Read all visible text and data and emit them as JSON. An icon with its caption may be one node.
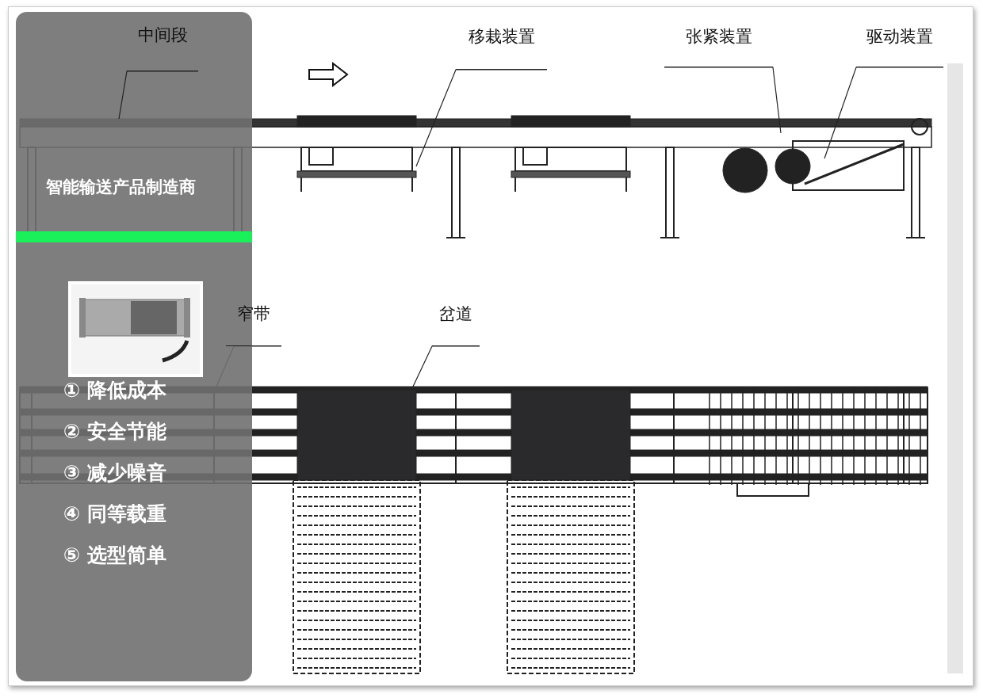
{
  "diagram": {
    "nodes": [
      {
        "text": [
          "中间段"
        ]
      },
      {
        "text": [
          "移栽装置"
        ]
      },
      {
        "text": [
          "张紧装置"
        ]
      },
      {
        "text": [
          "驱动装置"
        ]
      },
      {
        "text": [
          "窄带"
        ]
      },
      {
        "text": [
          "岔道"
        ]
      }
    ],
    "edges": [
      {
        "from": 0,
        "to": null,
        "arrow": "none"
      },
      {
        "from": 1,
        "to": null,
        "arrow": "none"
      },
      {
        "from": 2,
        "to": null,
        "arrow": "none"
      },
      {
        "from": 3,
        "to": null,
        "arrow": "none"
      },
      {
        "from": 4,
        "to": null,
        "arrow": "none"
      },
      {
        "from": 5,
        "to": null,
        "arrow": "none"
      }
    ],
    "labels": [
      "智能输送产品制造商",
      "① 降低成本",
      "② 安全节能",
      "③ 减少噪音",
      "④ 同等载重",
      "⑤ 选型简单"
    ]
  }
}
